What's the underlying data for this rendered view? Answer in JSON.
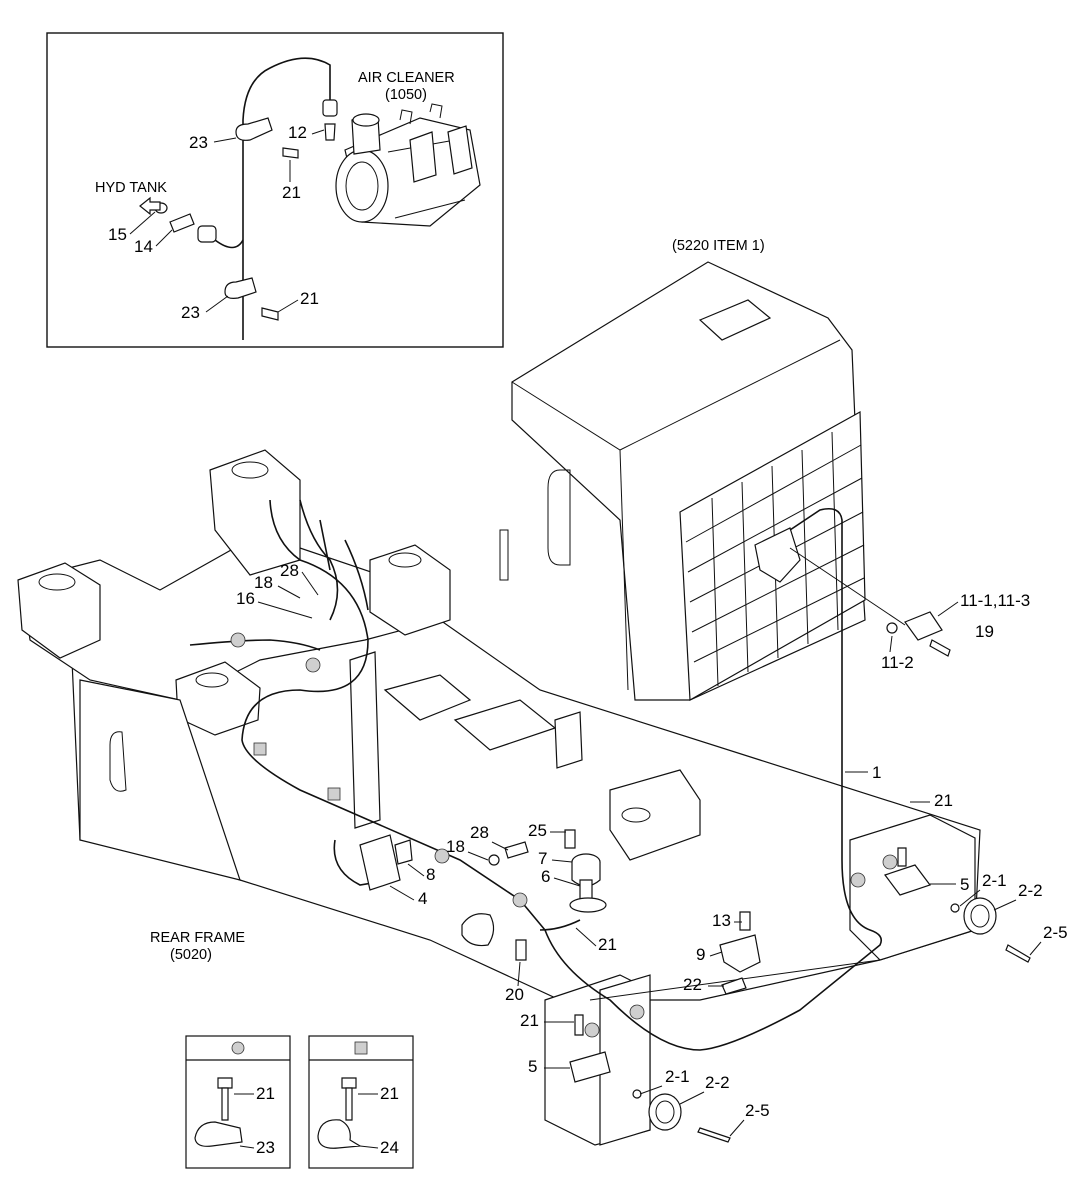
{
  "inset": {
    "labels": {
      "air_cleaner": "AIR CLEANER",
      "air_cleaner_ref": "(1050)",
      "hyd_tank": "HYD TANK"
    },
    "callouts": [
      "23",
      "12",
      "21",
      "15",
      "14",
      "23",
      "21"
    ]
  },
  "main": {
    "labels": {
      "hood_ref": "(5220 ITEM 1)",
      "rear_frame": "REAR FRAME",
      "rear_frame_ref": "(5020)"
    },
    "callouts": [
      "28",
      "18",
      "16",
      "11-1,11-3",
      "19",
      "11-2",
      "1",
      "21",
      "25",
      "28",
      "18",
      "7",
      "6",
      "8",
      "4",
      "5",
      "2-1",
      "2-2",
      "2-5",
      "13",
      "9",
      "22",
      "21",
      "20",
      "21",
      "5",
      "2-1",
      "2-2",
      "2-5"
    ]
  },
  "legend": [
    {
      "symbol": "round-clamp",
      "items": [
        "21",
        "23"
      ]
    },
    {
      "symbol": "square-clamp",
      "items": [
        "21",
        "24"
      ]
    }
  ]
}
